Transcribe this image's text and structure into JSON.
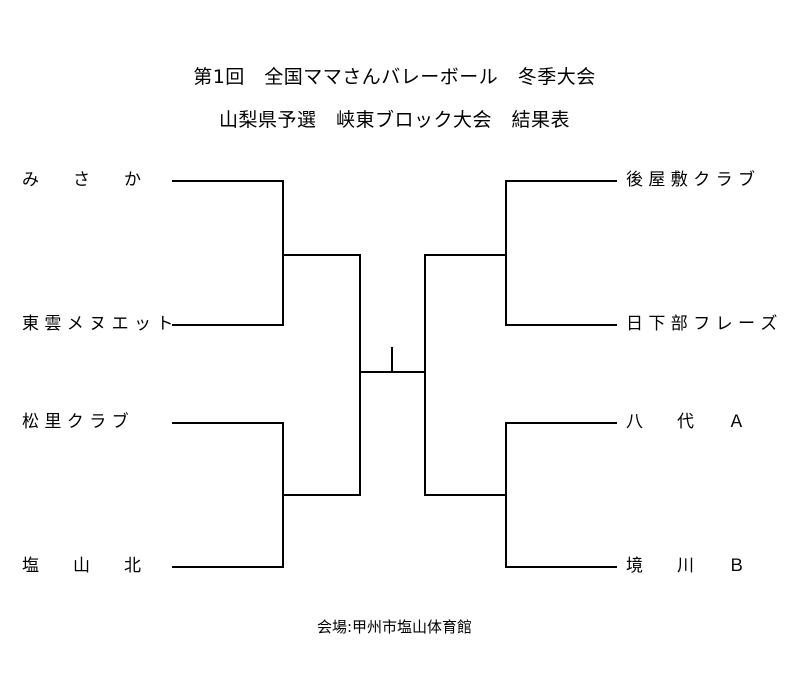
{
  "header": {
    "title_line1": "第1回　全国ママさんバレーボール　冬季大会",
    "title_line2": "山梨県予選　峡東ブロック大会　結果表"
  },
  "footer": {
    "venue": "会場:甲州市塩山体育館"
  },
  "bracket": {
    "type": "single-elimination",
    "rounds": 3,
    "teams_total": 8,
    "left": {
      "teams": [
        {
          "label": "み　　さ　　か",
          "name": "みさか",
          "slot": 1
        },
        {
          "label": "東 雲 メ ヌ エ ッ ト",
          "name": "東雲メヌエット",
          "slot": 2
        },
        {
          "label": "松 里 ク ラ ブ",
          "name": "松里クラブ",
          "slot": 3
        },
        {
          "label": "塩　　山　　北",
          "name": "塩山北",
          "slot": 4
        }
      ]
    },
    "right": {
      "teams": [
        {
          "label": "後 屋 敷 ク ラ ブ",
          "name": "後屋敷クラブ",
          "slot": 1
        },
        {
          "label": "日 下 部 フ レ ー ズ",
          "name": "日下部フレーズ",
          "slot": 2
        },
        {
          "label": "八　　代　　Ａ",
          "name": "八代A",
          "slot": 3
        },
        {
          "label": "境　　川　　Ｂ",
          "name": "境川B",
          "slot": 4
        }
      ]
    },
    "matches": [
      {
        "id": "L-QF1",
        "side": "left",
        "round": "quarterfinal",
        "teams": [
          "みさか",
          "東雲メヌエット"
        ]
      },
      {
        "id": "L-QF2",
        "side": "left",
        "round": "quarterfinal",
        "teams": [
          "松里クラブ",
          "塩山北"
        ]
      },
      {
        "id": "R-QF1",
        "side": "right",
        "round": "quarterfinal",
        "teams": [
          "後屋敷クラブ",
          "日下部フレーズ"
        ]
      },
      {
        "id": "R-QF2",
        "side": "right",
        "round": "quarterfinal",
        "teams": [
          "八代A",
          "境川B"
        ]
      },
      {
        "id": "L-SF",
        "side": "left",
        "round": "semifinal",
        "teams": [
          "L-QF1 winner",
          "L-QF2 winner"
        ]
      },
      {
        "id": "R-SF",
        "side": "right",
        "round": "semifinal",
        "teams": [
          "R-QF1 winner",
          "R-QF2 winner"
        ]
      },
      {
        "id": "FINAL",
        "side": "center",
        "round": "final",
        "teams": [
          "L-SF winner",
          "R-SF winner"
        ]
      }
    ]
  },
  "colors": {
    "line": "#000000",
    "background": "#ffffff",
    "text": "#000000"
  }
}
